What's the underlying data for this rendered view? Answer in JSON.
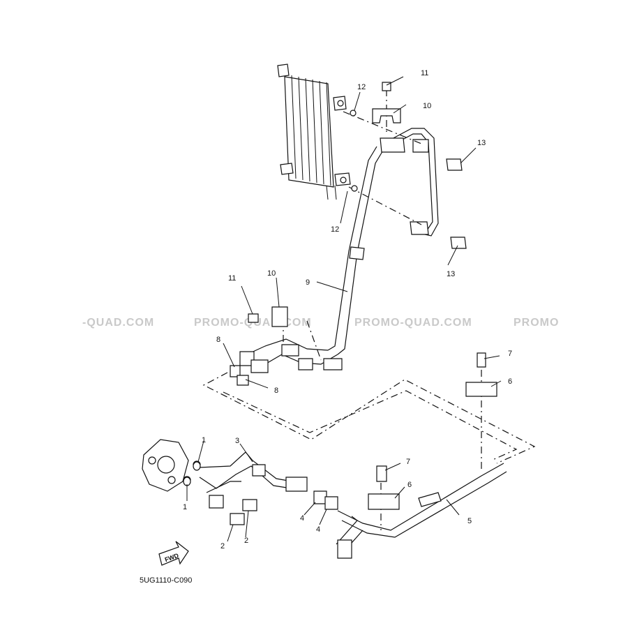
{
  "watermarks": [
    "-QUAD.COM",
    "PROMO-QUAD.COM",
    "PROMO-QUAD.COM",
    "PROMO"
  ],
  "callouts": {
    "c1a": "1",
    "c1b": "1",
    "c2a": "2",
    "c2b": "2",
    "c3": "3",
    "c4a": "4",
    "c4b": "4",
    "c5": "5",
    "c6a": "6",
    "c6b": "6",
    "c7a": "7",
    "c7b": "7",
    "c8a": "8",
    "c8b": "8",
    "c9": "9",
    "c10a": "10",
    "c10b": "10",
    "c11a": "11",
    "c11b": "11",
    "c12a": "12",
    "c12b": "12",
    "c13a": "13",
    "c13b": "13"
  },
  "fwd_label": "FWD",
  "diagram_code": "5UG1110-C090"
}
